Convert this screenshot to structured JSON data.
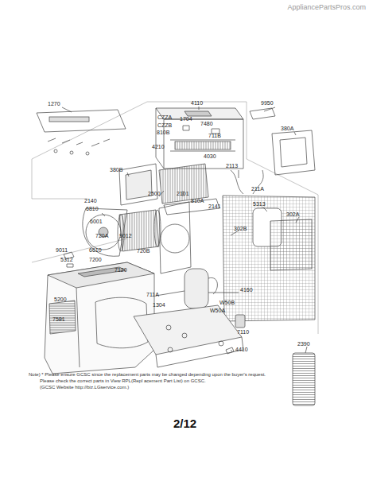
{
  "diagram": {
    "labels": [
      "AppliancePartsPros.com",
      "1270",
      "4110",
      "9950",
      "CZZA",
      "1704",
      "7480",
      "CZZB",
      "810B",
      "711B",
      "380A",
      "4210",
      "4030",
      "380B",
      "2113",
      "2500",
      "2101",
      "2140",
      "810A",
      "2141",
      "211A",
      "6810",
      "5313",
      "302A",
      "6001",
      "302B",
      "720A",
      "9012",
      "9011",
      "6610",
      "720B",
      "5312",
      "7200",
      "7120",
      "711A",
      "1304",
      "4160",
      "5200",
      "W50B",
      "W50A",
      "7581",
      "7110",
      "4410",
      "2390",
      "Note) * Please ensure GCSC since the replacement parts may be changed depending upon the buyer's request.",
      "Please check  the correct parts in View RPL(Repl acement Part List) on GCSC.",
      "(GCSC Website  http://biz.LGservice.com.)",
      "2/12"
    ]
  }
}
